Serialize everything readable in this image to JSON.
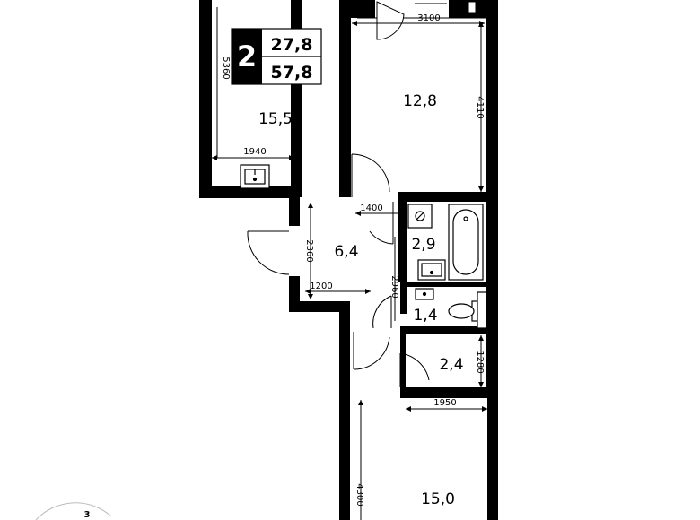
{
  "badge": {
    "rooms": "2",
    "living_area": "27,8",
    "total_area": "57,8"
  },
  "rooms": {
    "room_left": "15,5",
    "room_top_right": "12,8",
    "hall": "6,4",
    "bathroom": "2,9",
    "toilet": "1,4",
    "storage": "2,4",
    "room_bottom": "15,0"
  },
  "dimensions": {
    "top_width": "3100",
    "right_height": "4110",
    "left_height": "5360",
    "left_bottom_width": "1940",
    "hall_top_width": "1400",
    "hall_height": "2360",
    "hall_bottom_width": "1200",
    "bath_height": "2960",
    "storage_height": "1280",
    "storage_width": "1950",
    "bottom_height": "4300"
  },
  "compass": {
    "label": "3"
  }
}
